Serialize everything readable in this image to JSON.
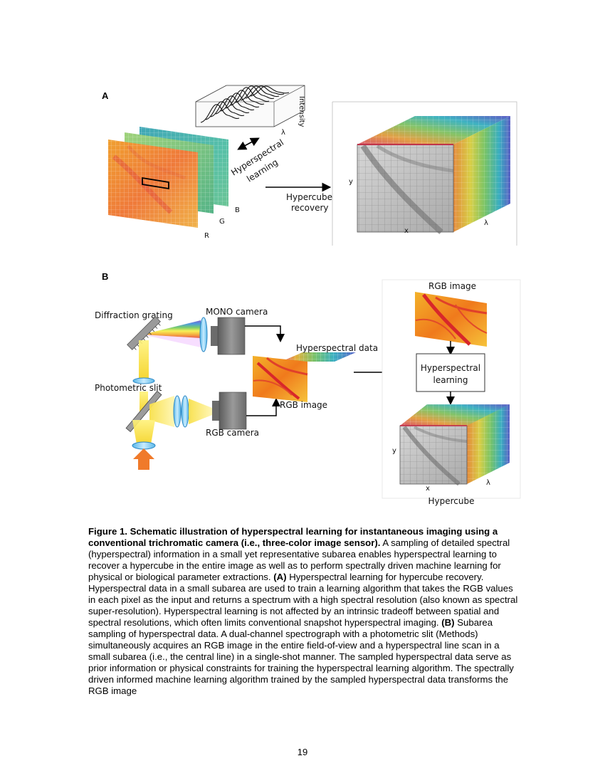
{
  "panel_a": {
    "label": "A",
    "intensity_label": "Intensity",
    "lambda_small": "λ",
    "learning_label_1": "Hyperspectral",
    "learning_label_2": "learning",
    "channel_b": "B",
    "channel_g": "G",
    "channel_r": "R",
    "recovery_1": "Hypercube",
    "recovery_2": "recovery",
    "axis_y": "y",
    "axis_x": "x",
    "axis_lambda": "λ"
  },
  "panel_b": {
    "label": "B",
    "diffraction": "Diffraction grating",
    "mono_camera": "MONO camera",
    "photometric_slit": "Photometric slit",
    "rgb_camera": "RGB camera",
    "hyperspectral_data": "Hyperspectral data",
    "rgb_image_mid": "RGB image",
    "rgb_image_top": "RGB image",
    "box_1": "Hyperspectral",
    "box_2": "learning",
    "axis_y": "y",
    "axis_x": "x",
    "axis_lambda": "λ",
    "hypercube": "Hypercube"
  },
  "caption": {
    "title": "Figure 1. Schematic illustration of hyperspectral learning for instantaneous imaging using a conventional trichromatic camera (i.e., three-color image sensor).",
    "intro": " A sampling of detailed spectral (hyperspectral) information in a small yet representative subarea enables hyperspectral learning to recover a hypercube in the entire image as well as to perform spectrally driven machine learning for physical or biological parameter extractions. ",
    "tag_a": "(A)",
    "text_a": " Hyperspectral learning for hypercube recovery. Hyperspectral data in a small subarea are used to train a learning algorithm that takes the RGB values in each pixel as the input and returns a spectrum with a high spectral resolution (also known as spectral super-resolution). Hyperspectral learning is not affected by an intrinsic tradeoff between spatial and spectral resolutions, which often limits conventional snapshot hyperspectral imaging. ",
    "tag_b": "(B)",
    "text_b": " Subarea sampling of hyperspectral data. A dual-channel spectrograph with a photometric slit (Methods) simultaneously acquires an RGB image in the entire field-of-view and a hyperspectral line scan in a small subarea (i.e., the central line) in a single-shot manner. The sampled hyperspectral data serve as prior information or physical constraints for training the hyperspectral learning algorithm. The spectrally driven informed machine learning algorithm trained by the sampled hyperspectral data transforms the RGB image"
  },
  "page_number": "19"
}
